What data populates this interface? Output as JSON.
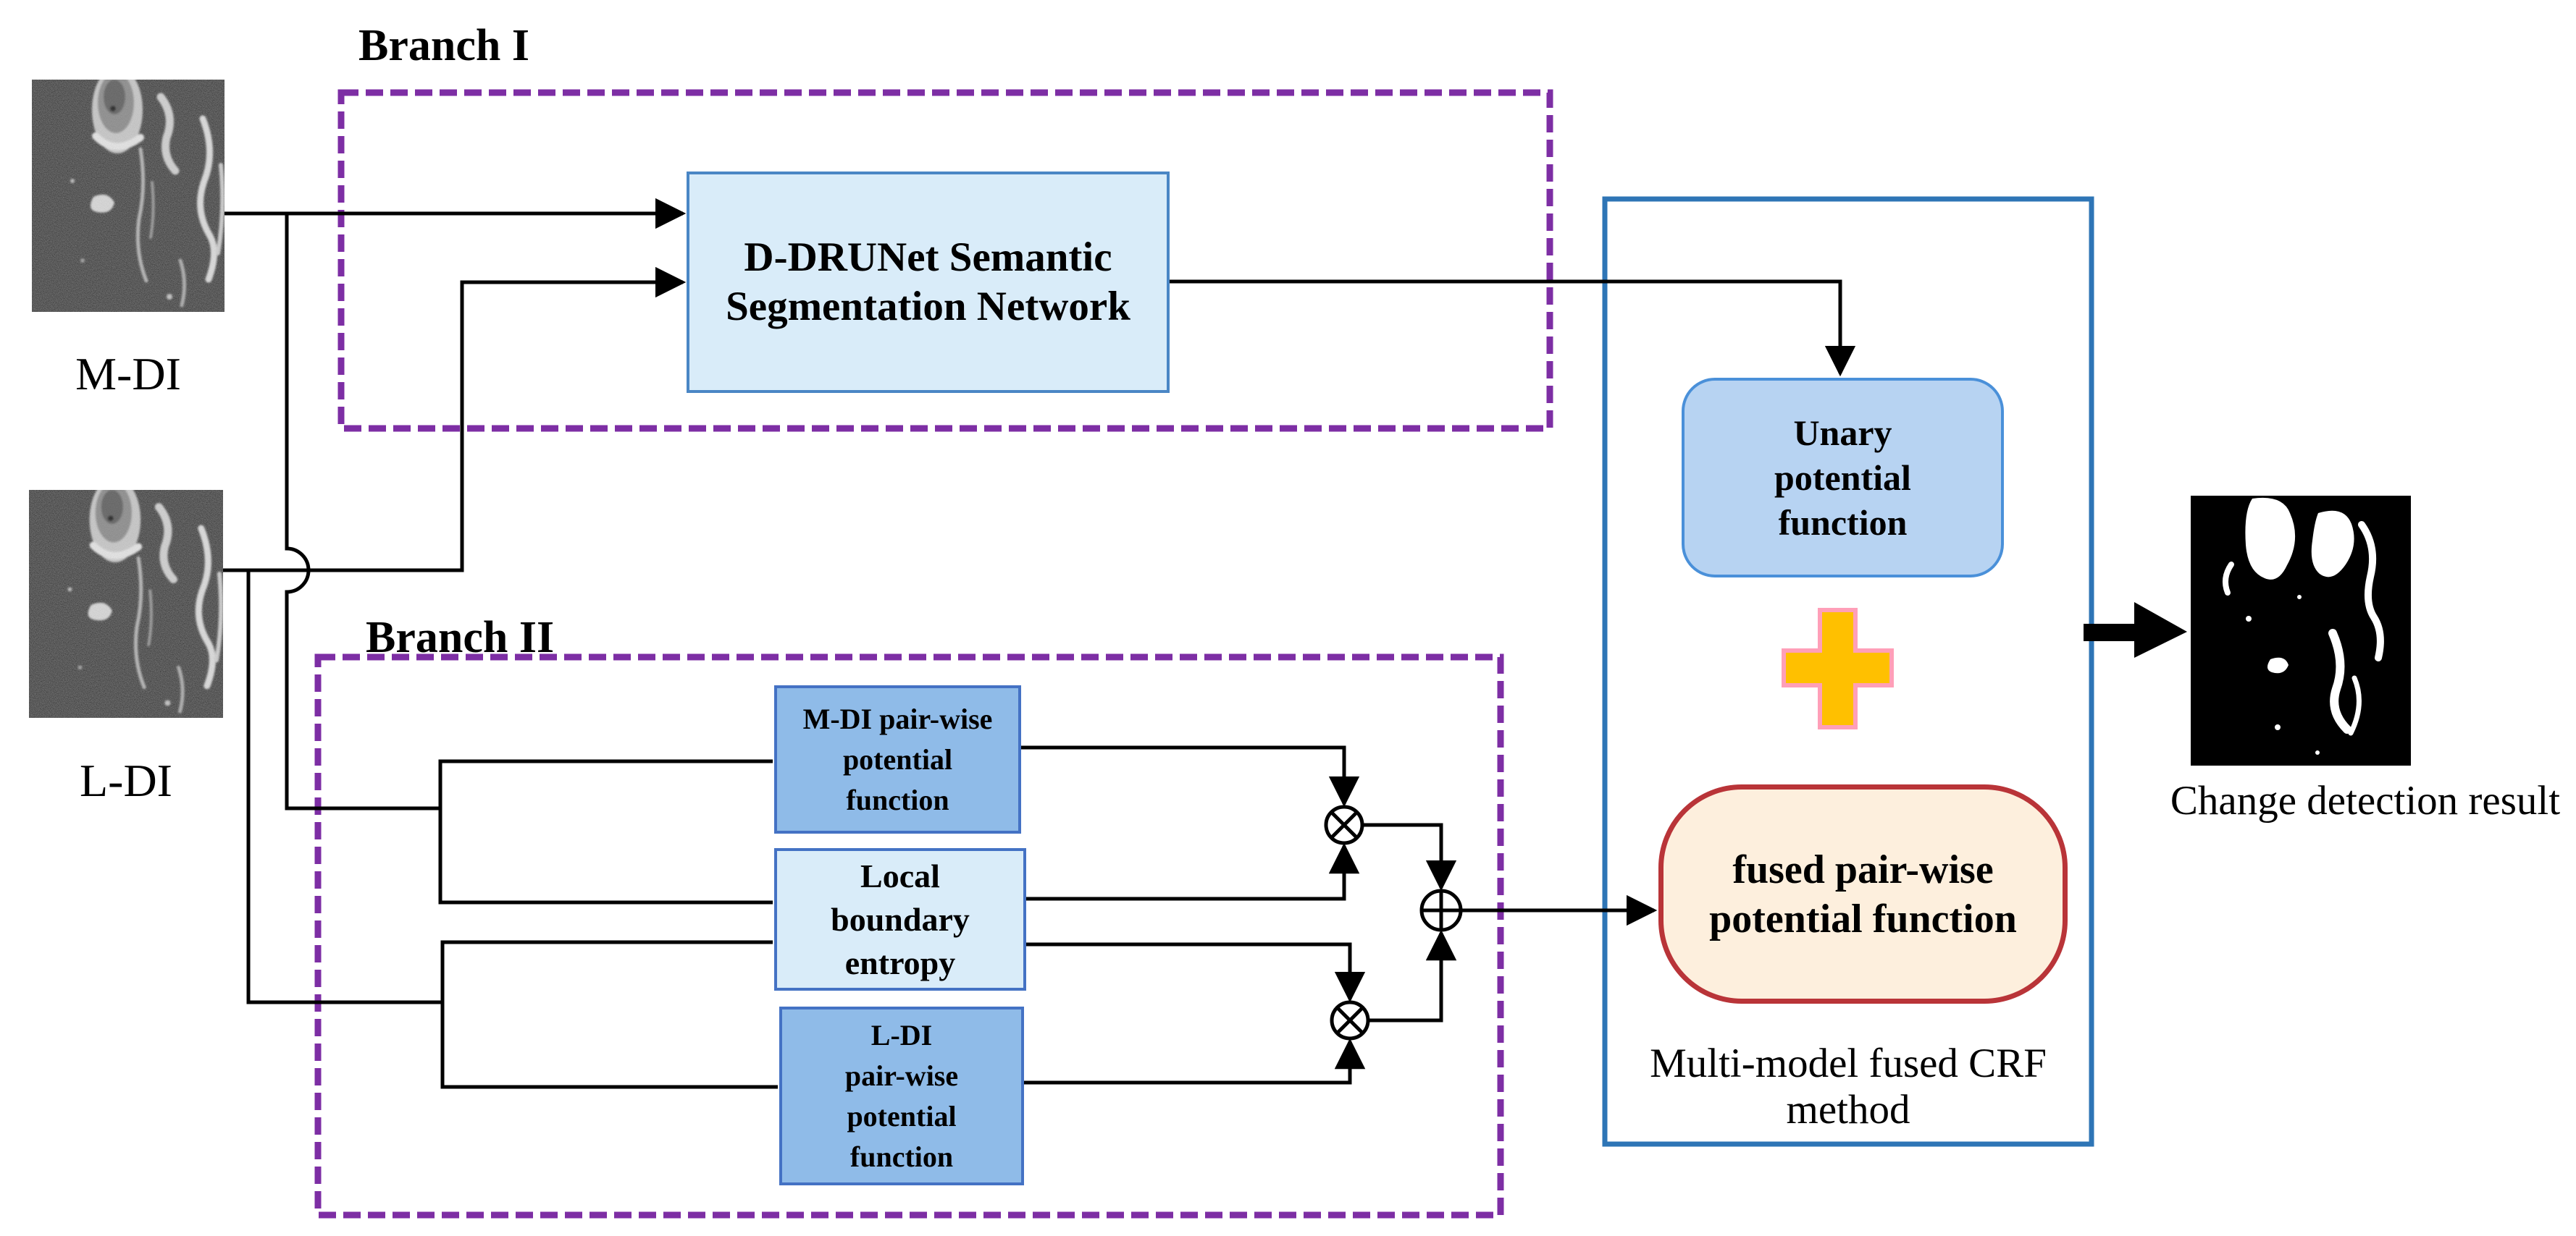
{
  "figure": {
    "type": "change-detection flow diagram"
  },
  "inputs": {
    "mdi_label": "M-DI",
    "ldi_label": "L-DI"
  },
  "branch1": {
    "title": "Branch I",
    "network_box": {
      "line1": "D-DRUNet Semantic",
      "line2": "Segmentation Network"
    }
  },
  "branch2": {
    "title": "Branch II",
    "mdi_pairwise_box": {
      "line1": "M-DI pair-wise",
      "line2": "potential",
      "line3": "function"
    },
    "local_entropy_box": {
      "line1": "Local",
      "line2": "boundary",
      "line3": "entropy"
    },
    "ldi_pairwise_box": {
      "line1": "L-DI",
      "line2": "pair-wise",
      "line3": "potential",
      "line4": "function"
    }
  },
  "crf": {
    "unary_box": {
      "line1": "Unary",
      "line2": "potential",
      "line3": "function"
    },
    "fused_box": {
      "line1": "fused pair-wise",
      "line2": "potential function"
    },
    "caption_line1": "Multi-model fused CRF",
    "caption_line2": "method"
  },
  "operators": {
    "multiply_symbol": "⊗",
    "add_symbol": "⊕",
    "plus_icon": "plus"
  },
  "output": {
    "caption": "Change detection result"
  },
  "colors": {
    "branch_frame_purple": "#7D2EA4",
    "crf_frame_blue": "#2E75B6",
    "network_box_fill": "#D9ECF9",
    "network_box_border": "#4A86C5",
    "pairwise_box_fill": "#8FBBE8",
    "pairwise_box_border": "#4472C4",
    "entropy_box_fill": "#D9ECF9",
    "unary_box_fill": "#B7D3F2",
    "unary_box_border": "#4A90D9",
    "fused_box_fill": "#FDEFDD",
    "fused_box_border": "#B93438",
    "plus_fill": "#FFC000",
    "plus_border": "#FF9FB8",
    "line_color": "#000000"
  }
}
